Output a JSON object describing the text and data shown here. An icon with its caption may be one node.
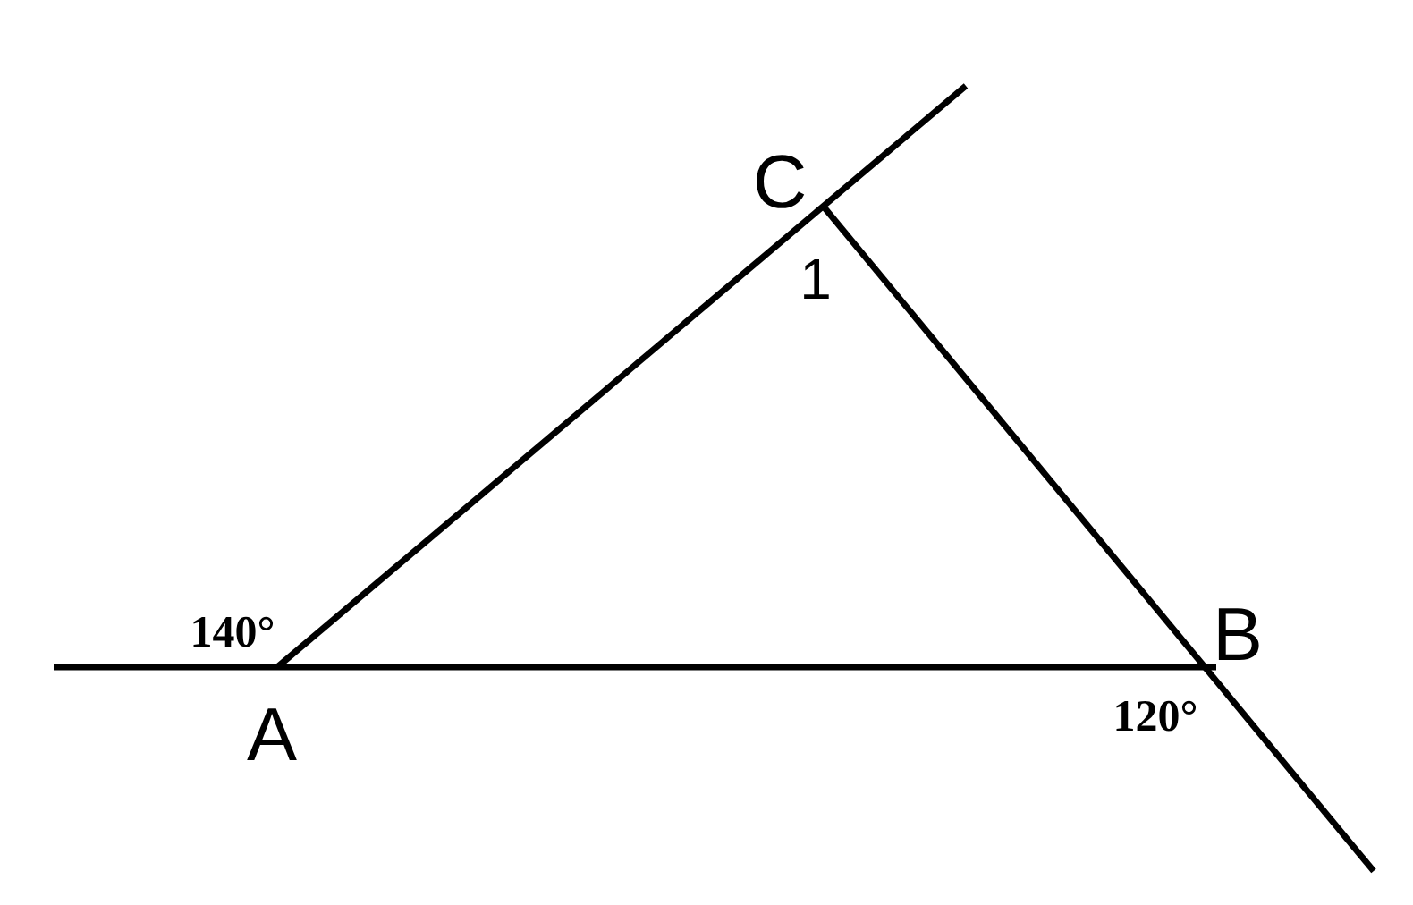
{
  "diagram": {
    "labels": [
      "C",
      "1",
      "140°",
      "B",
      "A",
      "120°"
    ]
  }
}
